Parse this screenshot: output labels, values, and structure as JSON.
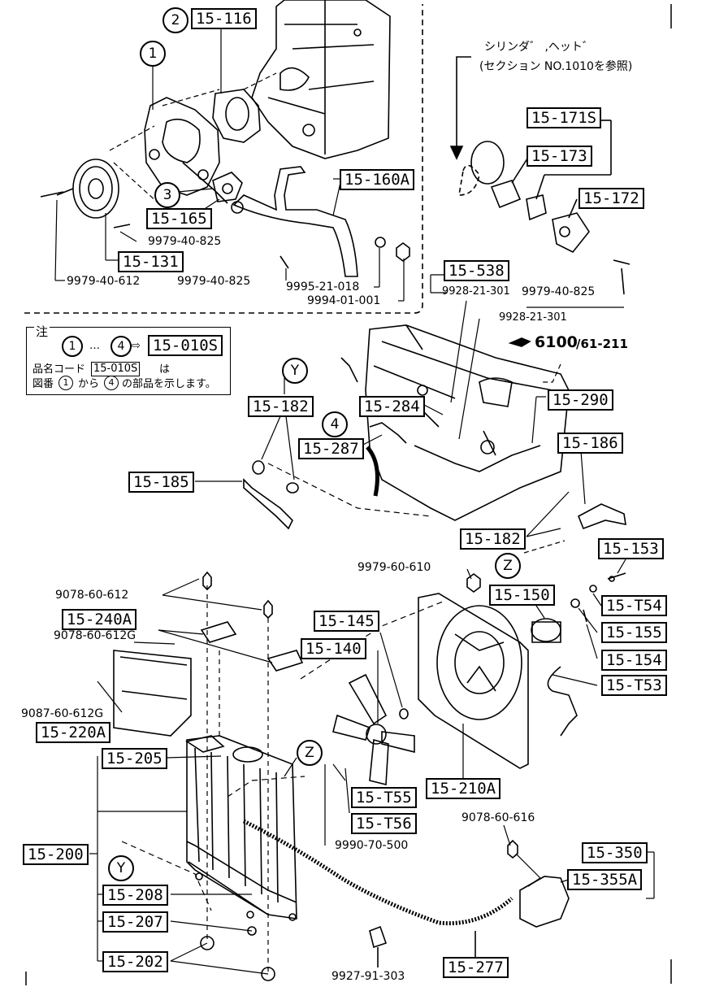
{
  "parts": {
    "p15_116": "15-116",
    "p15_165": "15-165",
    "p15_131": "15-131",
    "p15_160A": "15-160A",
    "p15_171S": "15-171S",
    "p15_173": "15-173",
    "p15_172": "15-172",
    "p15_538": "15-538",
    "p15_010S": "15-010S",
    "p15_182a": "15-182",
    "p15_185": "15-185",
    "p15_284": "15-284",
    "p15_287": "15-287",
    "p15_290": "15-290",
    "p15_186": "15-186",
    "p15_182b": "15-182",
    "p15_153": "15-153",
    "p15_150": "15-150",
    "p15_T54": "15-T54",
    "p15_155": "15-155",
    "p15_154": "15-154",
    "p15_T53": "15-T53",
    "p15_145": "15-145",
    "p15_140": "15-140",
    "p15_240A": "15-240A",
    "p15_220A": "15-220A",
    "p15_205": "15-205",
    "p15_T55": "15-T55",
    "p15_T56": "15-T56",
    "p15_210A": "15-210A",
    "p15_200": "15-200",
    "p15_208": "15-208",
    "p15_207": "15-207",
    "p15_202": "15-202",
    "p15_350": "15-350",
    "p15_355A": "15-355A",
    "p15_277": "15-277"
  },
  "numbers": {
    "n9979_40_825a": "9979-40-825",
    "n9979_40_612": "9979-40-612",
    "n9979_40_825b": "9979-40-825",
    "n9995_21_018": "9995-21-018",
    "n9994_01_001": "9994-01-001",
    "n9928_21_301a": "9928-21-301",
    "n9928_21_301b": "9928-21-301",
    "n9979_40_825c": "9979-40-825",
    "n9979_60_610": "9979-60-610",
    "n9078_60_612": "9078-60-612",
    "n9078_60_612G": "9078-60-612G",
    "n9087_60_612G": "9087-60-612G",
    "n9990_70_500": "9990-70-500",
    "n9078_60_616": "9078-60-616",
    "n9927_91_303": "9927-91-303"
  },
  "circles": {
    "c1": "1",
    "c2": "2",
    "c3": "3",
    "c4": "4",
    "cY1": "Y",
    "cY2": "Y",
    "cZ1": "Z",
    "cZ2": "Z",
    "n1": "1",
    "n4": "4",
    "m1": "1",
    "m4": "4"
  },
  "reference": {
    "line1": "シリンダ゛ ,ヘット゛",
    "line2": "(セクション NO.1010を参照)",
    "section": "6100",
    "page": "/61-211"
  },
  "note": {
    "heading": "注",
    "dots": "…",
    "line2a": "品名コード",
    "code": "15-010S",
    "line2b": "は",
    "line3a": "図番",
    "line3b": "から",
    "line3c": "の部品を示します。"
  }
}
